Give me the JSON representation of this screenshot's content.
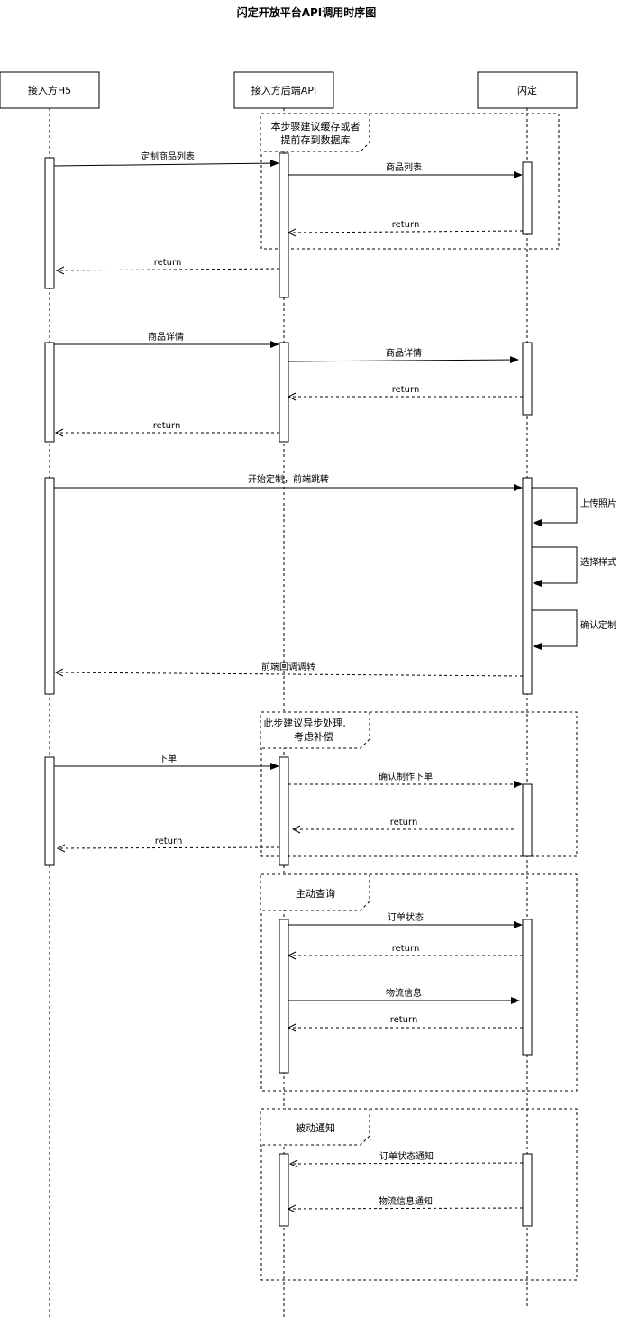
{
  "title": "闪定开放平台API调用时序图",
  "participants": [
    {
      "id": "h5",
      "label": "接入方H5"
    },
    {
      "id": "api",
      "label": "接入方后端API"
    },
    {
      "id": "sd",
      "label": "闪定"
    }
  ],
  "groups": [
    {
      "id": "cache",
      "lines": [
        "本步骤建议缓存或者",
        "提前存到数据库"
      ]
    },
    {
      "id": "async",
      "lines": [
        "此步建议异步处理,",
        "考虑补偿"
      ]
    },
    {
      "id": "query",
      "lines": [
        "主动查询"
      ]
    },
    {
      "id": "notify",
      "lines": [
        "被动通知"
      ]
    }
  ],
  "messages": [
    {
      "id": "m1",
      "from": "h5",
      "to": "api",
      "label": "定制商品列表",
      "style": "sync"
    },
    {
      "id": "m2",
      "from": "api",
      "to": "sd",
      "label": "商品列表",
      "style": "sync"
    },
    {
      "id": "m3",
      "from": "sd",
      "to": "api",
      "label": "return",
      "style": "return"
    },
    {
      "id": "m4",
      "from": "api",
      "to": "h5",
      "label": "return",
      "style": "return"
    },
    {
      "id": "m5",
      "from": "h5",
      "to": "api",
      "label": "商品详情",
      "style": "sync"
    },
    {
      "id": "m6",
      "from": "api",
      "to": "sd",
      "label": "商品详情",
      "style": "sync"
    },
    {
      "id": "m7",
      "from": "sd",
      "to": "api",
      "label": "return",
      "style": "return"
    },
    {
      "id": "m8",
      "from": "api",
      "to": "h5",
      "label": "return",
      "style": "return"
    },
    {
      "id": "m9",
      "from": "h5",
      "to": "sd",
      "label": "开始定制，前端跳转",
      "style": "sync"
    },
    {
      "id": "m10",
      "from": "sd",
      "to": "sd",
      "label": "上传照片",
      "style": "self"
    },
    {
      "id": "m11",
      "from": "sd",
      "to": "sd",
      "label": "选择样式",
      "style": "self"
    },
    {
      "id": "m12",
      "from": "sd",
      "to": "sd",
      "label": "确认定制",
      "style": "self"
    },
    {
      "id": "m13",
      "from": "sd",
      "to": "h5",
      "label": "前端回调调转",
      "style": "return"
    },
    {
      "id": "m14",
      "from": "h5",
      "to": "api",
      "label": "下单",
      "style": "sync"
    },
    {
      "id": "m15",
      "from": "api",
      "to": "sd",
      "label": "确认制作下单",
      "style": "async"
    },
    {
      "id": "m16",
      "from": "sd",
      "to": "api",
      "label": "return",
      "style": "return"
    },
    {
      "id": "m17",
      "from": "api",
      "to": "h5",
      "label": "return",
      "style": "return"
    },
    {
      "id": "m18",
      "from": "api",
      "to": "sd",
      "label": "订单状态",
      "style": "sync"
    },
    {
      "id": "m19",
      "from": "sd",
      "to": "api",
      "label": "return",
      "style": "return"
    },
    {
      "id": "m20",
      "from": "api",
      "to": "sd",
      "label": "物流信息",
      "style": "sync"
    },
    {
      "id": "m21",
      "from": "sd",
      "to": "api",
      "label": "return",
      "style": "return"
    },
    {
      "id": "m22",
      "from": "sd",
      "to": "api",
      "label": "订单状态通知",
      "style": "return"
    },
    {
      "id": "m23",
      "from": "sd",
      "to": "api",
      "label": "物流信息通知",
      "style": "return"
    }
  ]
}
